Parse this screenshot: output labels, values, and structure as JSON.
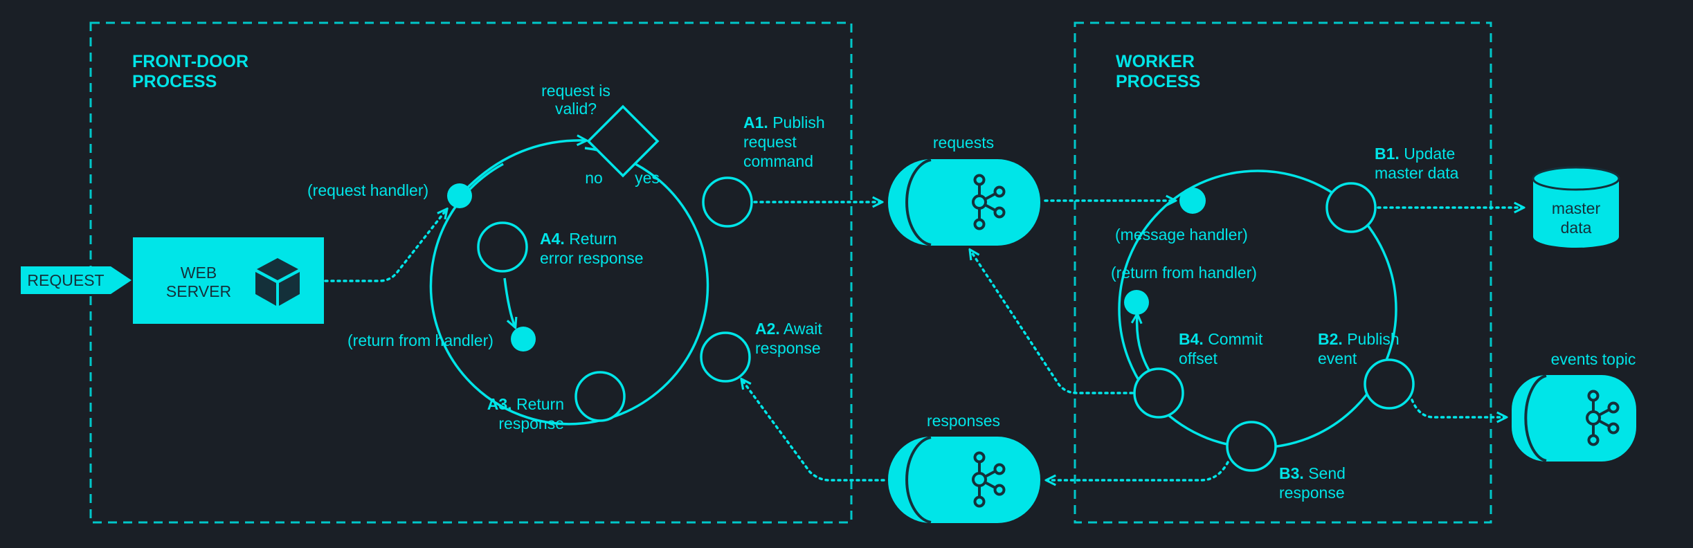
{
  "colors": {
    "background": "#1a1f26",
    "accent": "#00e5e8",
    "dark": "#14303a"
  },
  "request_tag": "REQUEST",
  "front_door": {
    "title_line1": "FRONT-DOOR",
    "title_line2": "PROCESS",
    "web_server_line1": "WEB",
    "web_server_line2": "SERVER",
    "web_server_icon": "cube-icon",
    "request_handler": "(request handler)",
    "decision_line1": "request is",
    "decision_line2": "valid?",
    "decision_no": "no",
    "decision_yes": "yes",
    "a1_step": "A1.",
    "a1_line1": "Publish",
    "a1_line2": "request",
    "a1_line3": "command",
    "a2_step": "A2.",
    "a2_line1": "Await",
    "a2_line2": "response",
    "a3_step": "A3.",
    "a3_line1": "Return",
    "a3_line2": "response",
    "a4_step": "A4.",
    "a4_line1": "Return",
    "a4_line2": "error response",
    "return_from_handler": "(return from handler)"
  },
  "topics": {
    "requests": "requests",
    "responses": "responses",
    "events": "events topic",
    "topic_icon": "kafka-icon"
  },
  "worker": {
    "title_line1": "WORKER",
    "title_line2": "PROCESS",
    "message_handler": "(message handler)",
    "return_from_handler": "(return from handler)",
    "b1_step": "B1.",
    "b1_line1": "Update",
    "b1_line2": "master data",
    "b2_step": "B2.",
    "b2_line1": "Publish",
    "b2_line2": "event",
    "b3_step": "B3.",
    "b3_line1": "Send",
    "b3_line2": "response",
    "b4_step": "B4.",
    "b4_line1": "Commit",
    "b4_line2": "offset"
  },
  "database": {
    "line1": "master",
    "line2": "data"
  }
}
